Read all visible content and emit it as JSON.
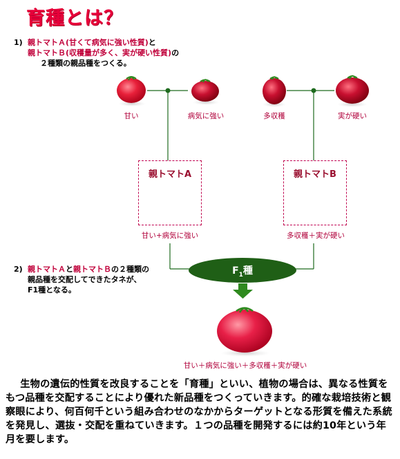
{
  "title": "育種とは？",
  "step1": {
    "number": "1)",
    "line1_red": "親トマトＡ(甘くて病気に強い性質)",
    "line1_tail": "と",
    "line2_red": "親トマトＢ(収穫量が多く、実が硬い性質)",
    "line2_tail": "の",
    "line3": "２種類の親品種をつくる。"
  },
  "traits": {
    "sweet": "甘い",
    "disease": "病気に強い",
    "yield": "多収穫",
    "hard": "実が硬い"
  },
  "parents": {
    "a": {
      "title": "親トマトA",
      "caption": "甘い+病気に強い"
    },
    "b": {
      "title": "親トマトB",
      "caption": "多収穫＋実が硬い"
    }
  },
  "step2": {
    "number": "2)",
    "line1_a": "親トマトＡ",
    "line1_mid": "と",
    "line1_b": "親トマトＢ",
    "line1_tail": "の２種類の",
    "line2": "親品種を交配してできたタネが、",
    "line3": "F1種となる。"
  },
  "f1": {
    "label_main": "F",
    "label_sub": "1",
    "label_tail": "種",
    "caption": "甘い＋病気に強い＋多収穫＋実が硬い"
  },
  "paragraph": "生物の遺伝的性質を改良することを「育種」といい、植物の場合は、異なる性質をもつ品種を交配することにより優れた新品種をつくっていきます。的確な栽培技術と観察眼により、何百何千という組み合わせのなかからターゲットとなる形質を備えた系統を発見し、選抜・交配を重ねていきます。１つの品種を開発するには約10年という年月を要します。",
  "colors": {
    "title": "#e8003a",
    "accent_red": "#c0003a",
    "line_green": "#1f6b1f",
    "ellipse_green": "#1f5f16",
    "box_border": "#c00050"
  }
}
